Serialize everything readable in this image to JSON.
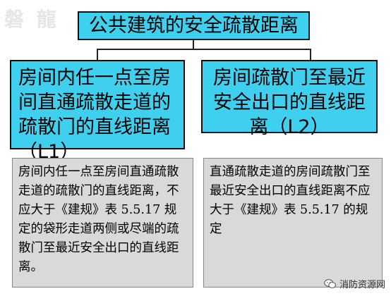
{
  "watermark": "磐 龍",
  "title": "公共建筑的安全疏散距离",
  "left": {
    "header": "房间内任一点至房间直通疏散走道的疏散门的直线距离（L1）",
    "description": "房间内任一点至房间直通疏散走道的疏散门的直线距离，不应大于《建规》表 5.5.17 规定的袋形走道两侧或尽端的疏散门至最近安全出口的直线距离。"
  },
  "right": {
    "header": "房间疏散门至最近安全出口的直线距离（L2）",
    "description": "直通疏散走道的房间疏散门至最近安全出口的直线距离不应大于《建规》表 5.5.17 的规定"
  },
  "brand": {
    "icon": "wechat-icon",
    "label": "消防资源网"
  }
}
